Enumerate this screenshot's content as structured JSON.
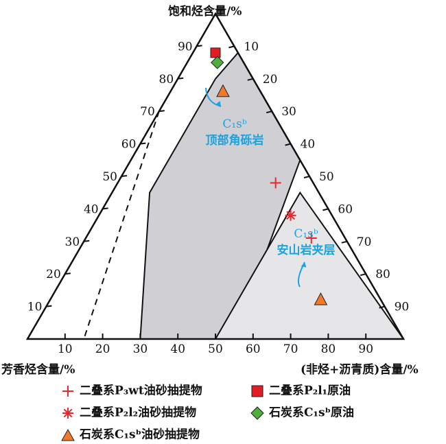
{
  "chart_data": {
    "type": "ternary",
    "axes": {
      "top": {
        "label": "饱和烃含量/%"
      },
      "left": {
        "label": "芳香烃含量/%"
      },
      "right": {
        "label": "(非烃+沥青质)含量/%"
      }
    },
    "ticks": [
      10,
      20,
      30,
      40,
      50,
      60,
      70,
      80,
      90
    ],
    "regions": [
      {
        "name": "C1sb 顶部角砾岩",
        "label_line1": "C₁sᵇ",
        "label_line2": "顶部角砾岩",
        "color": "#cfcfd4",
        "polygon": [
          [
            88,
            0,
            12
          ],
          [
            55,
            0,
            45
          ],
          [
            0,
            45,
            55
          ],
          [
            0,
            70,
            30
          ],
          [
            45,
            45,
            10
          ],
          [
            80,
            10,
            10
          ]
        ]
      },
      {
        "name": "C1sb 安山岩夹层",
        "label_line1": "C₁sᵇ",
        "label_line2": "安山岩夹层",
        "color": "#e6e6e8",
        "polygon": [
          [
            0,
            0,
            100
          ],
          [
            0,
            50,
            50
          ],
          [
            45,
            5,
            50
          ]
        ]
      },
      {
        "name": "inner-dark",
        "label_line1": "",
        "label_line2": "",
        "color": "#b9b9be",
        "polygon": [
          [
            100,
            0,
            0
          ],
          [
            80,
            0,
            20
          ],
          [
            55,
            0,
            45
          ],
          [
            88,
            0,
            12
          ]
        ]
      }
    ],
    "series": [
      {
        "name": "二叠系P₃wt油砂抽提物",
        "marker": "plus",
        "color": "#e8262b",
        "points": [
          [
            48,
            10,
            42
          ],
          [
            31,
            9,
            60
          ]
        ]
      },
      {
        "name": "二叠系P₂l₂油砂抽提物",
        "marker": "asterisk",
        "color": "#e8262b",
        "points": [
          [
            38,
            11,
            51
          ]
        ]
      },
      {
        "name": "石炭系C₁sᵇ油砂抽提物",
        "marker": "triangle",
        "color": "#f07a2a",
        "points": [
          [
            76,
            10,
            14
          ],
          [
            12,
            16,
            72
          ]
        ]
      },
      {
        "name": "二叠系P₂l₁原油",
        "marker": "square",
        "color": "#e31b23",
        "points": [
          [
            88,
            6,
            6
          ]
        ]
      },
      {
        "name": "石炭系C₁sᵇ原油",
        "marker": "diamond",
        "color": "#4fae3c",
        "points": [
          [
            85,
            7,
            8
          ]
        ]
      }
    ],
    "dashed_line": {
      "from": [
        70,
        30,
        0
      ],
      "to": [
        0,
        85,
        15
      ]
    }
  }
}
